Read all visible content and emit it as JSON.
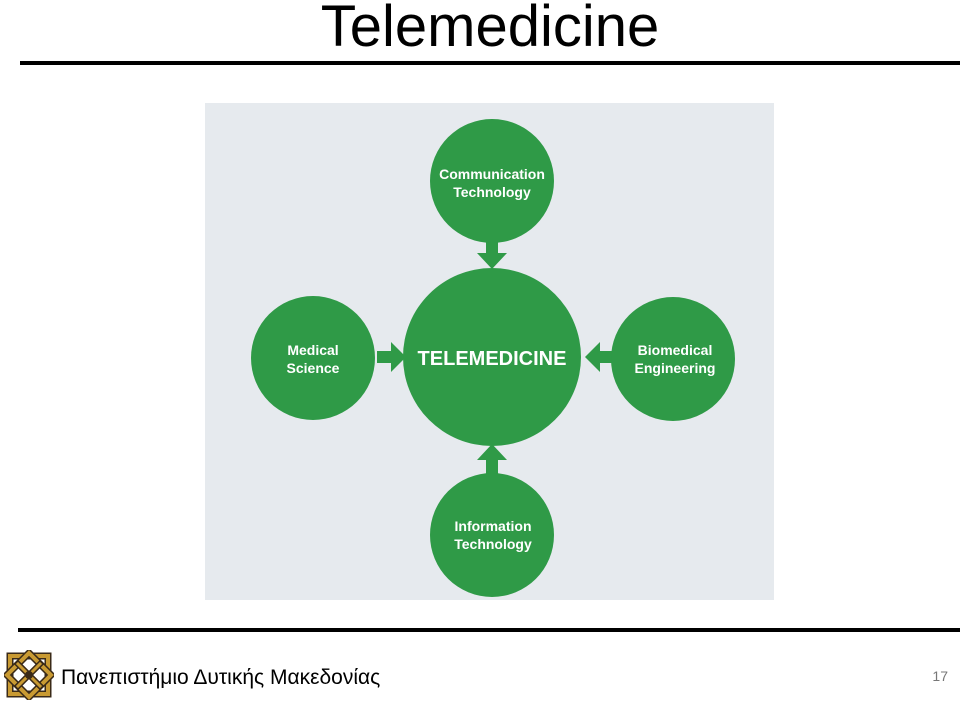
{
  "slide": {
    "title": "Telemedicine",
    "page_number": "17"
  },
  "diagram": {
    "center": {
      "label": "TELEMEDICINE"
    },
    "top": {
      "line1": "Communication",
      "line2": "Technology"
    },
    "left": {
      "line1": "Medical",
      "line2": "Science"
    },
    "right": {
      "line1": "Biomedical",
      "line2": "Engineering"
    },
    "bottom": {
      "line1": "Information",
      "line2": "Technology"
    }
  },
  "footer": {
    "institution": "Πανεπιστήμιο Δυτικής Μακεδονίας",
    "logo_icon": "university-knot-logo-icon"
  },
  "colors": {
    "node_green": "#2f9a47",
    "diagram_background": "#e6eaee",
    "logo_gold": "#c99a32",
    "logo_dark": "#3a2a18"
  }
}
